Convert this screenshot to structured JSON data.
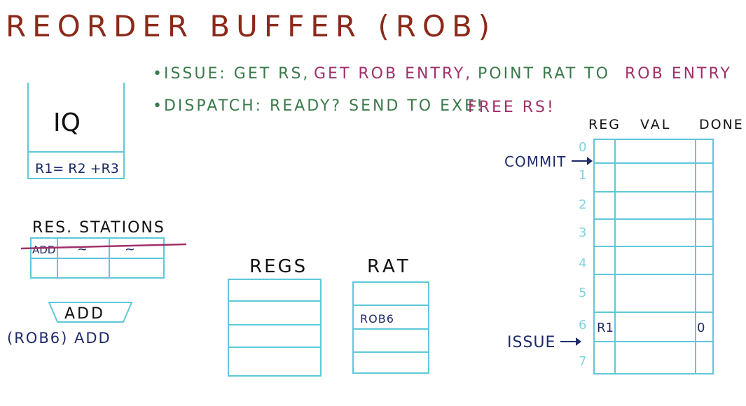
{
  "title": "REORDER  BUFFER  (ROB)",
  "colors": {
    "title": "#8b2a1a",
    "green": "#3a7a4a",
    "magenta": "#a0306a",
    "navy": "#1e2a6a",
    "cyan": "#5fc8d8",
    "black": "#111111"
  },
  "bullets": {
    "issue": {
      "prefix": "•ISSUE: GET RS,",
      "mid1": "GET ROB ENTRY,",
      "mid2": "POINT RAT TO",
      "end": "ROB ENTRY"
    },
    "dispatch": {
      "prefix": "•DISPATCH: READY? SEND TO EXE!",
      "end": "FREE RS!"
    }
  },
  "iq": {
    "label": "IQ",
    "entry": "R1= R2 +R3"
  },
  "res_stations": {
    "label": "RES. STATIONS",
    "row1": [
      "ADD",
      "~",
      "~"
    ]
  },
  "alu": {
    "label": "ADD",
    "result": "(ROB6) ADD"
  },
  "regs": {
    "label": "REGS"
  },
  "rat": {
    "label": "RAT",
    "entry": "ROB6"
  },
  "rob": {
    "headers": [
      "REG",
      "VAL",
      "DONE"
    ],
    "indices": [
      "0",
      "1",
      "2",
      "3",
      "4",
      "5",
      "6",
      "7"
    ],
    "row6_reg": "R1",
    "row6_done": "0",
    "commit_label": "COMMIT",
    "issue_label": "ISSUE"
  }
}
